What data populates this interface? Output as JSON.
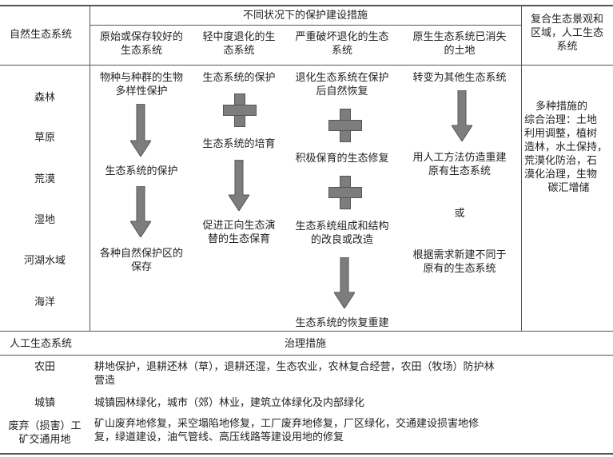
{
  "header": {
    "natural_eco": "自然生态系统",
    "measures_title": "不同状况下的保护建设措施",
    "col1": [
      "原始或保存较好的",
      "生态系统"
    ],
    "col2": [
      "轻中度退化的生",
      "态系统"
    ],
    "col3": [
      "严重破坏退化的生态",
      "系统"
    ],
    "col4": [
      "原生生态系统已消失",
      "的土地"
    ],
    "col5": [
      "复合生态景观和",
      "区域，人工生态",
      "系统"
    ]
  },
  "ecosystems": [
    "森林",
    "草原",
    "荒漠",
    "湿地",
    "河湖水域",
    "海洋"
  ],
  "col1": {
    "top": [
      "物种与种群的生物",
      "多样性保护"
    ],
    "mid": "生态系统的保护",
    "bottom": [
      "各种自然保护区的",
      "保存"
    ]
  },
  "col2": {
    "top": "生态系统的保护",
    "mid": "生态系统的培育",
    "bottom": [
      "促进正向生态演",
      "替的生态保育"
    ]
  },
  "col3": {
    "top": [
      "退化生态系统在保护",
      "后自然恢复"
    ],
    "mid": "积极保育的生态修复",
    "bottom": [
      "生态系统组成和结构",
      "的改良或改造"
    ],
    "end": "生态系统的恢复重建"
  },
  "col4": {
    "top": "转变为其他生态系统",
    "mid": [
      "用人工方法仿造重建",
      "原有生态系统"
    ],
    "or": "或",
    "bottom": [
      "根据需求新建不同于",
      "原有的生态系统"
    ]
  },
  "col5": {
    "text": [
      "多种措施的",
      "综合治理：土地",
      "利用调整，植树",
      "造林，水土保持，",
      "荒漠化防治，石",
      "漠化治理，生物",
      "碳汇增储"
    ]
  },
  "artificial": {
    "header": "人工生态系统",
    "measures_header": "治理措施",
    "rows": [
      {
        "name": [
          "农田"
        ],
        "text": [
          "耕地保护，退耕还林（草），退耕还湿，生态农业，农林复合经营，农田（牧场）防护林",
          "营造"
        ]
      },
      {
        "name": [
          "城镇"
        ],
        "text": [
          "城镇园林绿化，城市（郊）林业，建筑立体绿化及内部绿化"
        ]
      },
      {
        "name": [
          "废弃（损害）工",
          "矿交通用地"
        ],
        "text": [
          "矿山废弃地修复，采空塌陷地修复，工厂废弃地修复，厂区绿化，交通建设损害地修",
          "复，绿道建设，油气管线、高压线路等建设用地的修复"
        ]
      }
    ]
  }
}
